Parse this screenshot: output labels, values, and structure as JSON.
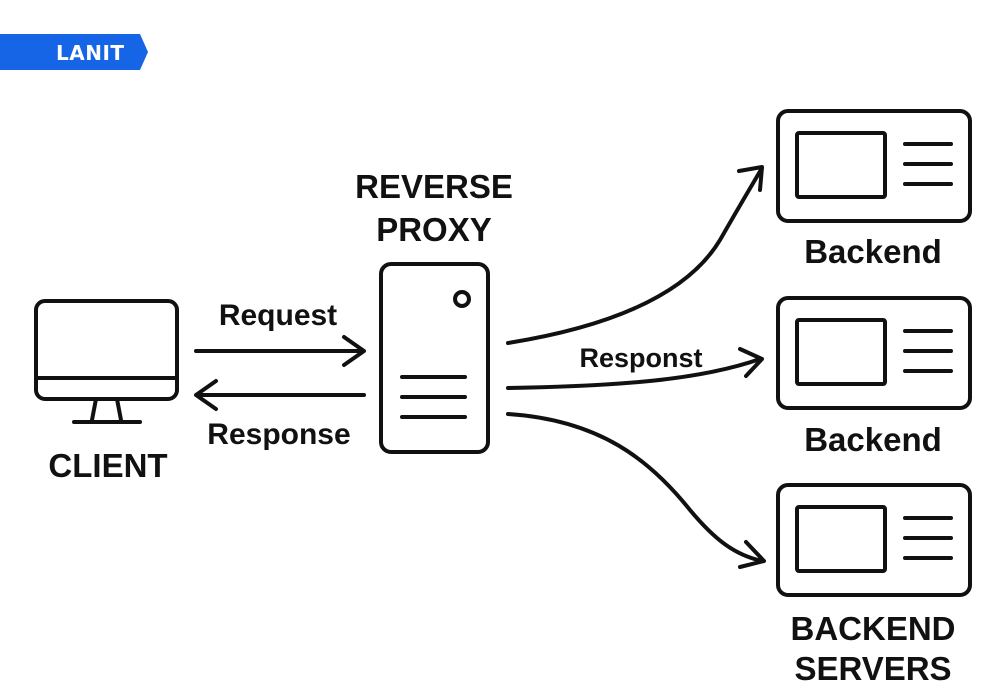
{
  "brand": {
    "logo_text": "LANIT",
    "color": "#1565e6"
  },
  "labels": {
    "client": "CLIENT",
    "proxy_line1": "REVERSE",
    "proxy_line2": "PROXY",
    "request": "Request",
    "response": "Response",
    "middle_arrow": "Responst",
    "backend_1": "Backend",
    "backend_2": "Backend",
    "servers_line1": "BACKEND",
    "servers_line2": "SERVERS"
  },
  "icons": {
    "client": "monitor-icon",
    "proxy": "server-tower-icon",
    "backend": "server-rack-icon"
  },
  "colors": {
    "stroke": "#111111",
    "background": "#ffffff"
  }
}
